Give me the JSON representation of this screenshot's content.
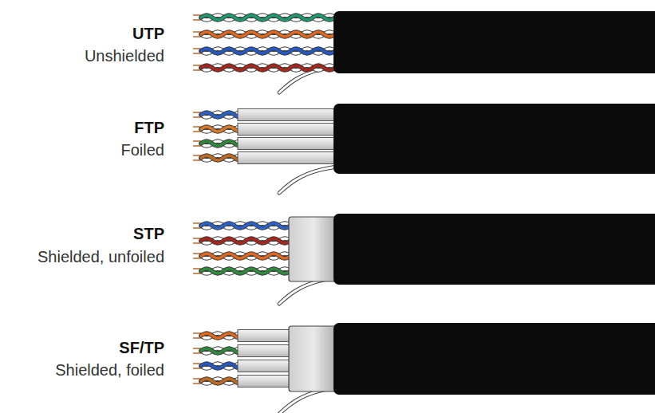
{
  "diagram": {
    "labels": [
      "UTP",
      "Unshielded",
      "FTP",
      "Foiled",
      "STP",
      "Shielded, unfoiled",
      "SF/TP",
      "Shielded, foiled"
    ]
  }
}
